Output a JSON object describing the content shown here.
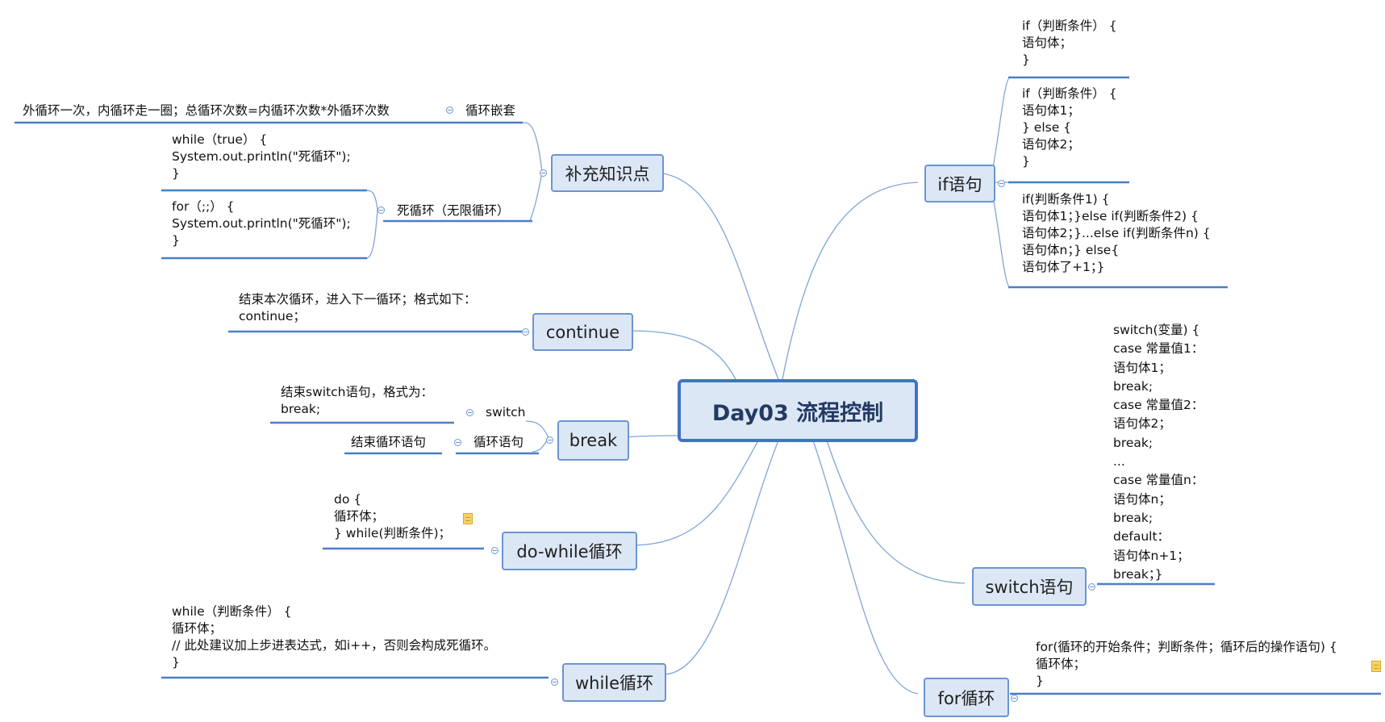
{
  "root": {
    "label": "Day03 流程控制"
  },
  "left": {
    "supplement": {
      "label": "补充知识点",
      "nested_loop": {
        "label": "循环嵌套",
        "detail": "外循环一次，内循环走一圈；总循环次数=内循环次数*外循环次数"
      },
      "dead_loop": {
        "label": "死循环（无限循环）",
        "while_code": "while（true） {\nSystem.out.println(\"死循环\");\n}",
        "for_code": "for（;;） {\nSystem.out.println(\"死循环\");\n}"
      }
    },
    "continue": {
      "label": "continue",
      "detail": "结束本次循环，进入下一循环；格式如下：\ncontinue；"
    },
    "break": {
      "label": "break",
      "switch": {
        "label": "switch",
        "detail": "结束switch语句，格式为：\nbreak;"
      },
      "loop": {
        "label": "循环语句",
        "detail": "结束循环语句"
      }
    },
    "do_while": {
      "label": "do-while循环",
      "detail": "do {\n循环体；\n} while(判断条件)；"
    },
    "while": {
      "label": "while循环",
      "detail": "while（判断条件） {\n循环体；\n// 此处建议加上步进表达式，如i++，否则会构成死循环。\n}"
    }
  },
  "right": {
    "if": {
      "label": "if语句",
      "form1": "if（判断条件） {\n语句体；\n}",
      "form2": "if（判断条件） {\n语句体1；\n} else {\n语句体2；\n}",
      "form3": "if(判断条件1) {\n语句体1；}else if(判断条件2) {\n语句体2；}...else if(判断条件n) {\n语句体n；} else{\n语句体了+1；}"
    },
    "switch": {
      "label": "switch语句",
      "detail": "switch(变量) {\ncase 常量值1：\n语句体1；\nbreak;\ncase 常量值2：\n语句体2；\nbreak;\n...\ncase 常量值n：\n语句体n；\nbreak;\ndefault：\n语句体n+1；\nbreak；}"
    },
    "for": {
      "label": "for循环",
      "detail": "for(循环的开始条件；判断条件；循环后的操作语句) {\n循环体；\n}"
    }
  },
  "colors": {
    "line": "#7ea6d8",
    "underline": "#4a7fc4",
    "node_fill": "#dce7f5",
    "node_border": "#6b95cf",
    "root_border": "#3f74c2"
  },
  "icons": {
    "collapse": "collapse-circle-icon",
    "note": "note-icon"
  }
}
